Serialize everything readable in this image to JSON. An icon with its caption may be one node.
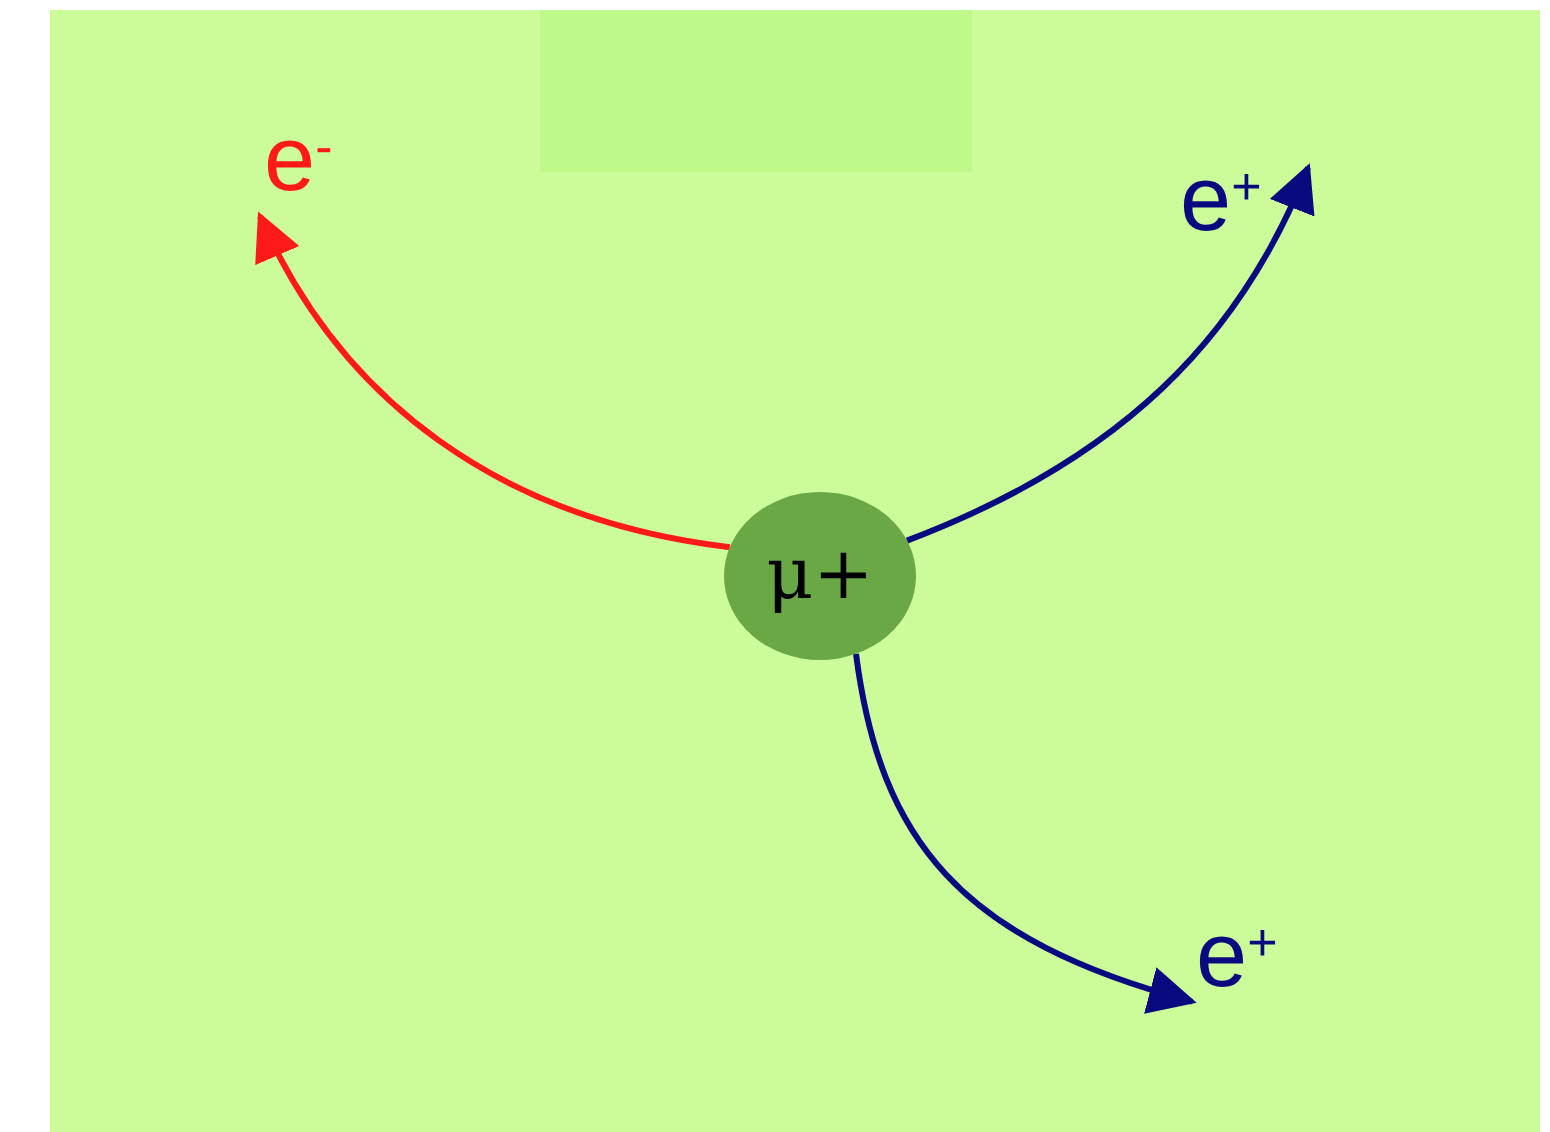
{
  "diagram": {
    "nodes": [
      {
        "text": [
          "μ+"
        ]
      },
      {
        "text": [
          "e$^{-}$"
        ]
      },
      {
        "text": [
          "e$^{+}$"
        ]
      },
      {
        "text": [
          "e$^{+}$"
        ]
      }
    ],
    "edges": [
      {
        "from": 0,
        "to": 1,
        "arrow": "to",
        "color": "#ff1a1a"
      },
      {
        "from": 0,
        "to": 2,
        "arrow": "to"
      },
      {
        "from": 0,
        "to": 3,
        "arrow": "to"
      }
    ]
  }
}
